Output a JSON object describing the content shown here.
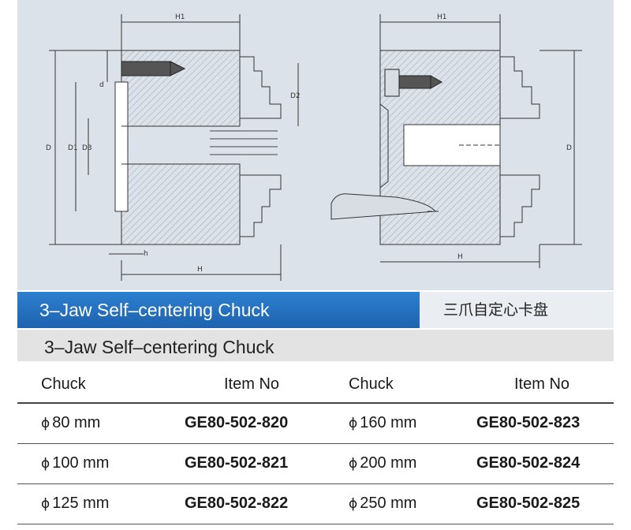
{
  "drawing": {
    "left_labels": [
      "d",
      "D",
      "D1",
      "D3",
      "D2",
      "h",
      "H",
      "H1"
    ],
    "right_labels": [
      "H1",
      "D",
      "H"
    ]
  },
  "header": {
    "title_en": "3–Jaw Self–centering Chuck",
    "title_cn": "三爪自定心卡盘"
  },
  "subheader": {
    "title": "3–Jaw Self–centering Chuck"
  },
  "table": {
    "columns": [
      "Chuck",
      "Item No",
      "Chuck",
      "Item No"
    ],
    "rows": [
      {
        "chuck_a": "80 mm",
        "item_a": "GE80-502-820",
        "chuck_b": "160 mm",
        "item_b": "GE80-502-823"
      },
      {
        "chuck_a": "100 mm",
        "item_a": "GE80-502-821",
        "chuck_b": "200 mm",
        "item_b": "GE80-502-824"
      },
      {
        "chuck_a": "125 mm",
        "item_a": "GE80-502-822",
        "chuck_b": "250 mm",
        "item_b": "GE80-502-825"
      }
    ],
    "diameter_symbol": "ϕ"
  },
  "colors": {
    "title_blue": "#1e63b0",
    "panel_bg": "#dce2ea"
  }
}
